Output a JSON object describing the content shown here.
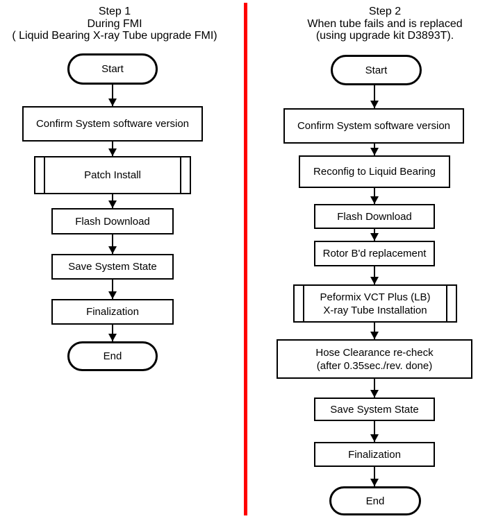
{
  "colors": {
    "background": "#ffffff",
    "divider_red": "#ff0000",
    "node_border": "#000000",
    "text": "#000000"
  },
  "step1": {
    "title_lines": [
      "Step 1",
      "During FMI",
      "( Liquid Bearing X-ray Tube upgrade FMI)"
    ],
    "nodes": [
      {
        "id": "start",
        "type": "terminator",
        "label": "Start"
      },
      {
        "id": "confirm-version",
        "type": "process",
        "label": "Confirm System software version"
      },
      {
        "id": "patch-install",
        "type": "predefined-process",
        "label": "Patch Install"
      },
      {
        "id": "flash-download",
        "type": "process",
        "label": "Flash Download"
      },
      {
        "id": "save-system-state",
        "type": "process",
        "label": "Save System State"
      },
      {
        "id": "finalization",
        "type": "process",
        "label": "Finalization"
      },
      {
        "id": "end",
        "type": "terminator",
        "label": "End"
      }
    ]
  },
  "step2": {
    "title_lines": [
      "Step 2",
      "When tube fails and is replaced",
      "(using upgrade kit D3893T)."
    ],
    "nodes": [
      {
        "id": "start",
        "type": "terminator",
        "label": "Start"
      },
      {
        "id": "confirm-version",
        "type": "process",
        "label": "Confirm System software version"
      },
      {
        "id": "reconfig-liquid-bearing",
        "type": "process",
        "label": "Reconfig to Liquid Bearing"
      },
      {
        "id": "flash-download",
        "type": "process",
        "label": "Flash Download"
      },
      {
        "id": "rotor-bd-replacement",
        "type": "process",
        "label": "Rotor B'd replacement"
      },
      {
        "id": "performix-tube-installation",
        "type": "predefined-process",
        "label": "Peformix VCT Plus (LB)\nX-ray Tube Installation"
      },
      {
        "id": "hose-clearance-recheck",
        "type": "process",
        "label": "Hose Clearance re-check\n(after 0.35sec./rev. done)"
      },
      {
        "id": "save-system-state",
        "type": "process",
        "label": "Save System State"
      },
      {
        "id": "finalization",
        "type": "process",
        "label": "Finalization"
      },
      {
        "id": "end",
        "type": "terminator",
        "label": "End"
      }
    ]
  }
}
